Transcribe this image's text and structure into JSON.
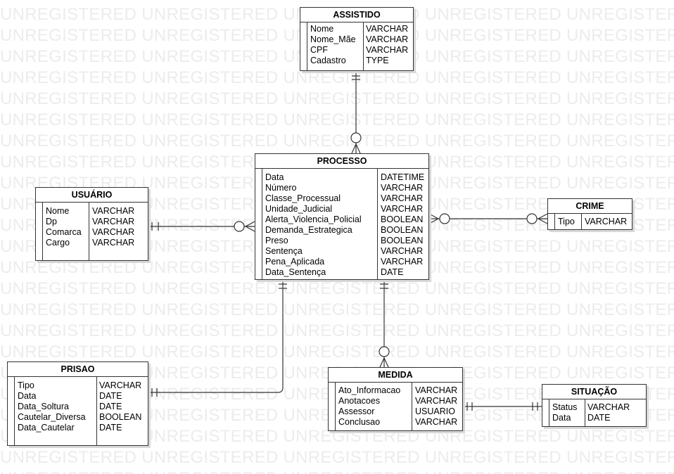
{
  "watermark": {
    "text": "UNREGISTERED UNREGISTERED UNREGISTERED UNREGISTERED UNREGISTERED"
  },
  "colors": {
    "line": "#333333",
    "watermark": "#ececec",
    "shadow": "#d8d8d8"
  },
  "entities": {
    "assistido": {
      "name": "ASSISTIDO",
      "attributes": [
        {
          "name": "Nome",
          "type": "VARCHAR"
        },
        {
          "name": "Nome_Mãe",
          "type": "VARCHAR"
        },
        {
          "name": "CPF",
          "type": "VARCHAR"
        },
        {
          "name": "Cadastro",
          "type": "TYPE"
        }
      ]
    },
    "processo": {
      "name": "PROCESSO",
      "attributes": [
        {
          "name": "Data",
          "type": "DATETIME"
        },
        {
          "name": "Número",
          "type": "VARCHAR"
        },
        {
          "name": "Classe_Processual",
          "type": "VARCHAR"
        },
        {
          "name": "Unidade_Judicial",
          "type": "VARCHAR"
        },
        {
          "name": "Alerta_Violencia_Policial",
          "type": "BOOLEAN"
        },
        {
          "name": "Demanda_Estrategica",
          "type": "BOOLEAN"
        },
        {
          "name": "Preso",
          "type": "BOOLEAN"
        },
        {
          "name": "Sentença",
          "type": "VARCHAR"
        },
        {
          "name": "Pena_Aplicada",
          "type": "VARCHAR"
        },
        {
          "name": "Data_Sentença",
          "type": "DATE"
        }
      ]
    },
    "usuario": {
      "name": "USUÁRIO",
      "attributes": [
        {
          "name": "Nome",
          "type": "VARCHAR"
        },
        {
          "name": "Dp",
          "type": "VARCHAR"
        },
        {
          "name": "Comarca",
          "type": "VARCHAR"
        },
        {
          "name": "Cargo",
          "type": "VARCHAR"
        }
      ]
    },
    "crime": {
      "name": "CRIME",
      "attributes": [
        {
          "name": "Tipo",
          "type": "VARCHAR"
        }
      ]
    },
    "prisao": {
      "name": "PRISAO",
      "attributes": [
        {
          "name": "Tipo",
          "type": "VARCHAR"
        },
        {
          "name": "Data",
          "type": "DATE"
        },
        {
          "name": "Data_Soltura",
          "type": "DATE"
        },
        {
          "name": "Cautelar_Diversa",
          "type": "BOOLEAN"
        },
        {
          "name": "Data_Cautelar",
          "type": "DATE"
        }
      ]
    },
    "medida": {
      "name": "MEDIDA",
      "attributes": [
        {
          "name": "Ato_Informacao",
          "type": "VARCHAR"
        },
        {
          "name": "Anotacoes",
          "type": "VARCHAR"
        },
        {
          "name": "Assessor",
          "type": "USUARIO"
        },
        {
          "name": "Conclusao",
          "type": "VARCHAR"
        }
      ]
    },
    "situacao": {
      "name": "SITUAÇÃO",
      "attributes": [
        {
          "name": "Status",
          "type": "VARCHAR"
        },
        {
          "name": "Data",
          "type": "DATE"
        }
      ]
    }
  }
}
